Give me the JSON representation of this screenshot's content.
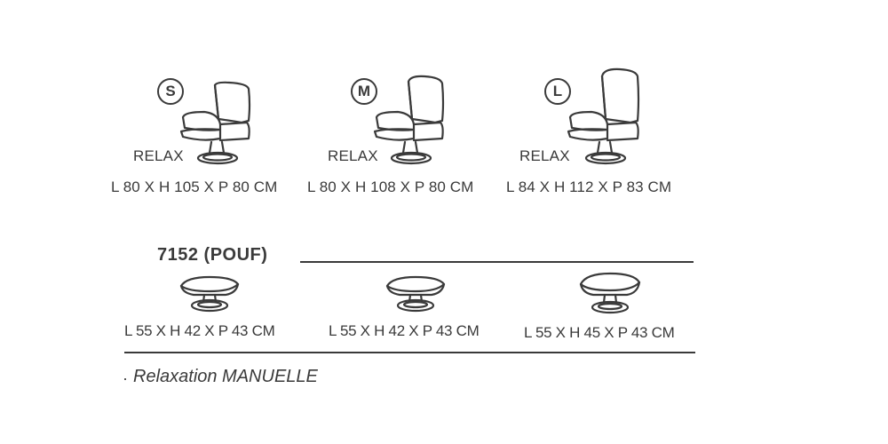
{
  "armchairs": [
    {
      "size": "S",
      "label": "RELAX",
      "dims": "L 80 X H 105 X P 80 CM"
    },
    {
      "size": "M",
      "label": "RELAX",
      "dims": "L 80 X H 108 X P 80 CM"
    },
    {
      "size": "L",
      "label": "RELAX",
      "dims": "L 84 X H 112 X P 83 CM"
    }
  ],
  "pouf": {
    "title": "7152 (POUF)",
    "items": [
      {
        "dims": "L 55 X H 42 X P 43 CM"
      },
      {
        "dims": "L 55 X H 42 X P 43 CM"
      },
      {
        "dims": "L 55 X H 45 X P 43 CM"
      }
    ]
  },
  "note": {
    "bullet": "·",
    "text": "Relaxation MANUELLE"
  }
}
